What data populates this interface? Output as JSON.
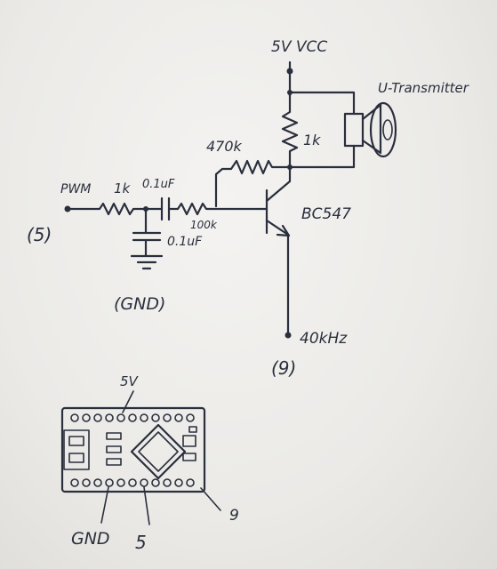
{
  "labels": {
    "vcc": "5V VCC",
    "transmitter": "U-Transmitter",
    "r_collector": "1k",
    "r_feedback": "470k",
    "pwm": "PWM",
    "r_input": "1k",
    "cap_series": "0.1uF",
    "r_base": "100k",
    "cap_shunt": "0.1uF",
    "transistor": "BC547",
    "gnd": "(GND)",
    "pin5": "(5)",
    "freq": "40kHz",
    "pin9": "(9)",
    "board_5v": "5V",
    "board_gnd": "GND",
    "board_5": "5",
    "board_9": "9"
  }
}
